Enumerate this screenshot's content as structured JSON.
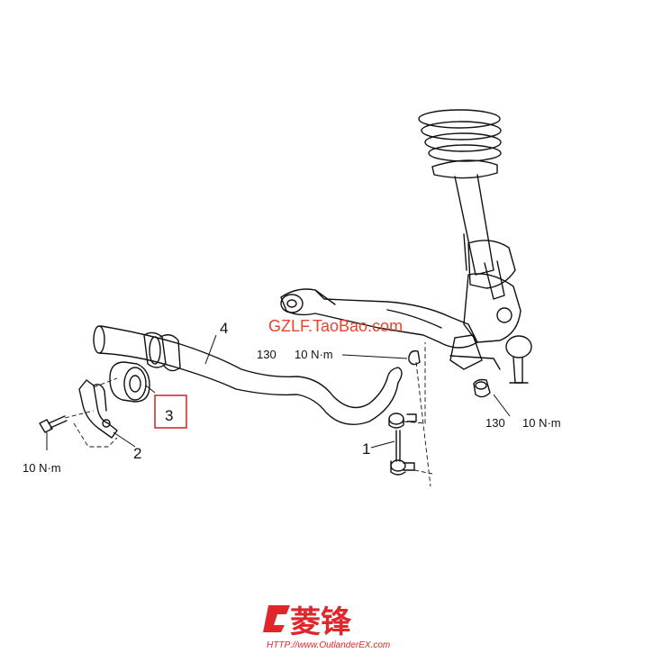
{
  "callouts": {
    "c1": "1",
    "c2": "2",
    "c3": "3",
    "c4": "4"
  },
  "torques": {
    "link_upper_num": "130",
    "link_upper_torque": "10 N·m",
    "link_lower_num": "130",
    "link_lower_torque": "10 N·m",
    "bracket_bolt_torque": "10 N·m"
  },
  "watermark": "GZLF.TaoBao.com",
  "logo": {
    "chars": "菱锋",
    "url": "HTTP://www.OutlanderEX.com"
  },
  "colors": {
    "line": "#111111",
    "highlight_box": "#d32f2f",
    "watermark": "#e8452e",
    "logo": "#e0262b"
  }
}
